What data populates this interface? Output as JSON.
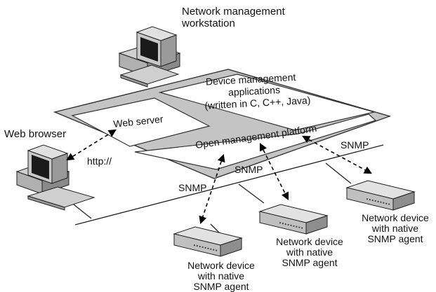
{
  "labels": {
    "workstation": [
      "Network management",
      "workstation"
    ],
    "device_apps": [
      "Device management",
      "applications",
      "(written in C, C++, Java)"
    ],
    "web_server": "Web server",
    "platform": "Open management platform",
    "web_browser": "Web browser",
    "http": "http://",
    "snmp_left": "SNMP",
    "snmp_middle": "SNMP",
    "snmp_right": "SNMP",
    "device1": [
      "Network device",
      "with native",
      "SNMP agent"
    ],
    "device2": [
      "Network device",
      "with native",
      "SNMP agent"
    ],
    "device3": [
      "Network device",
      "with native",
      "SNMP agent"
    ]
  }
}
